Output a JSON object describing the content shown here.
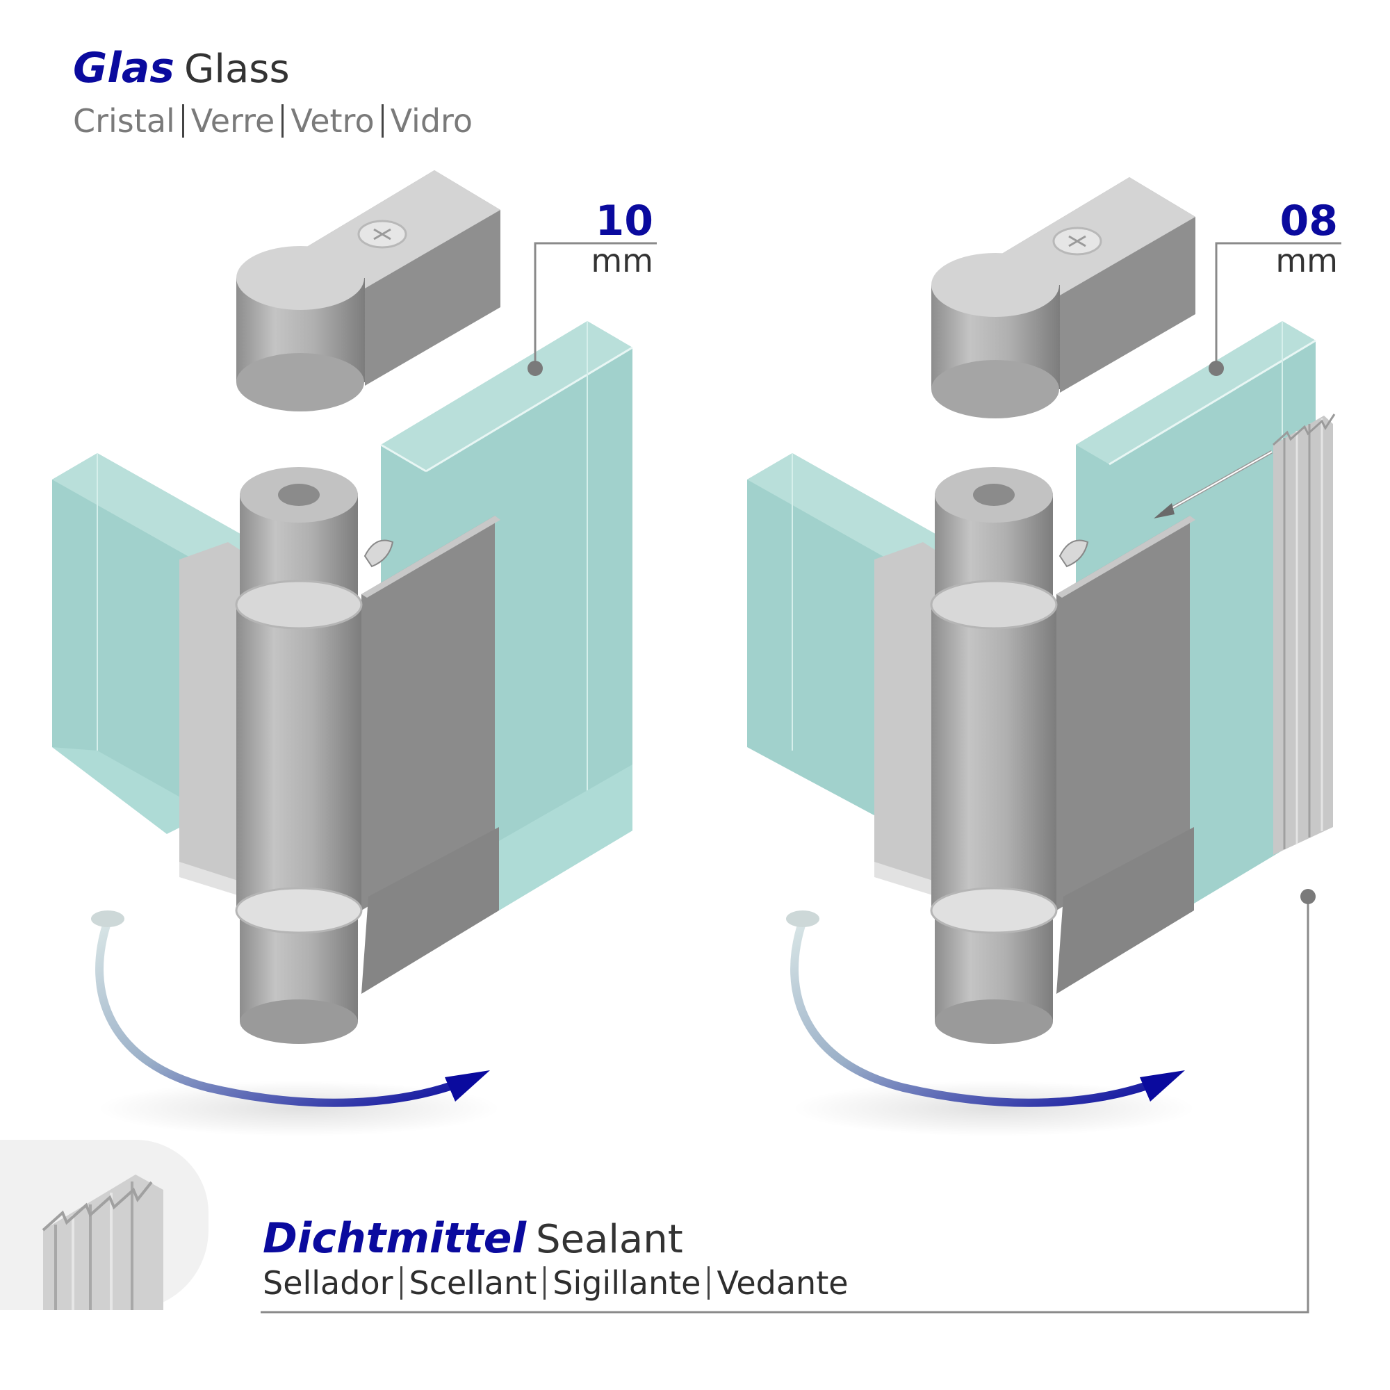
{
  "glass": {
    "title": "Glas",
    "title_en": "Glass",
    "translations": [
      "Cristal",
      "Verre",
      "Vetro",
      "Vidro"
    ]
  },
  "thickness_left": {
    "value": "10",
    "unit": "mm"
  },
  "thickness_right": {
    "value": "08",
    "unit": "mm"
  },
  "sealant": {
    "title": "Dichtmittel",
    "title_en": "Sealant",
    "translations": [
      "Sellador",
      "Scellant",
      "Sigillante",
      "Vedante"
    ]
  },
  "colors": {
    "accent_blue": "#0a0a9e",
    "glass_teal": "#9ccfc9",
    "metal_gray": "#a9a9a9"
  }
}
